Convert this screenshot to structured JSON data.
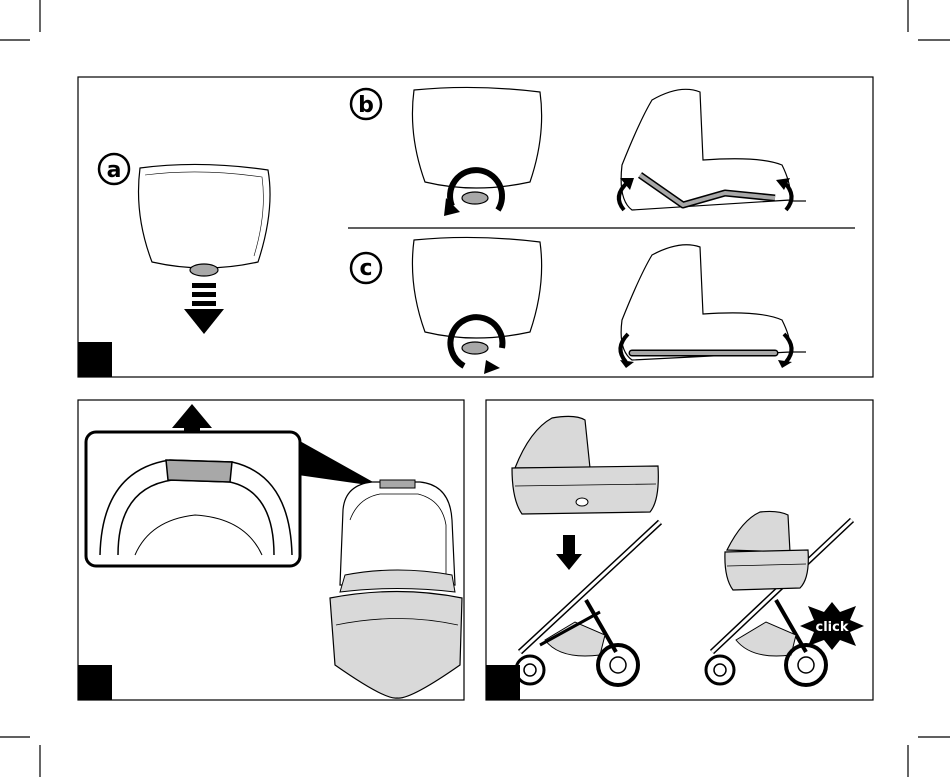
{
  "steps": {
    "a": {
      "letter": "a"
    },
    "b": {
      "letter": "b"
    },
    "c": {
      "letter": "c"
    }
  },
  "click_badge": {
    "text": "click"
  },
  "colors": {
    "line": "#000000",
    "fill_light": "#d9d9d9",
    "fill_mid": "#a8a8a8",
    "panel_tab": "#000000"
  },
  "icons": [
    "arrow-down-icon",
    "arrow-up-icon",
    "rotate-arrow-icon",
    "click-burst-icon"
  ]
}
